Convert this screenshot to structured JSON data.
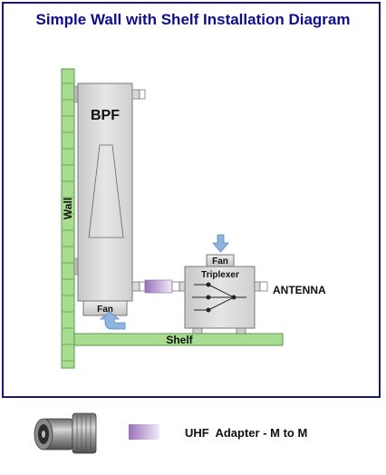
{
  "diagram": {
    "title": "Simple Wall with Shelf Installation Diagram",
    "labels": {
      "wall": "Wall",
      "bpf": "BPF",
      "fan_bpf": "Fan",
      "fan_triplexer": "Fan",
      "triplexer": "Triplexer",
      "antenna": "ANTENNA",
      "shelf": "Shelf"
    }
  },
  "legend": {
    "adapter_label": "UHF  Adapter - M to M"
  },
  "colors": {
    "title": "#0e0e8c",
    "frame": "#1a1a6e",
    "wall_shelf": "#a8dc90",
    "wall_shelf_border": "#5a9a4a",
    "equipment": "#d4d4d4",
    "arrow": "#8fb4e0",
    "adapter": "#a07cc0"
  }
}
